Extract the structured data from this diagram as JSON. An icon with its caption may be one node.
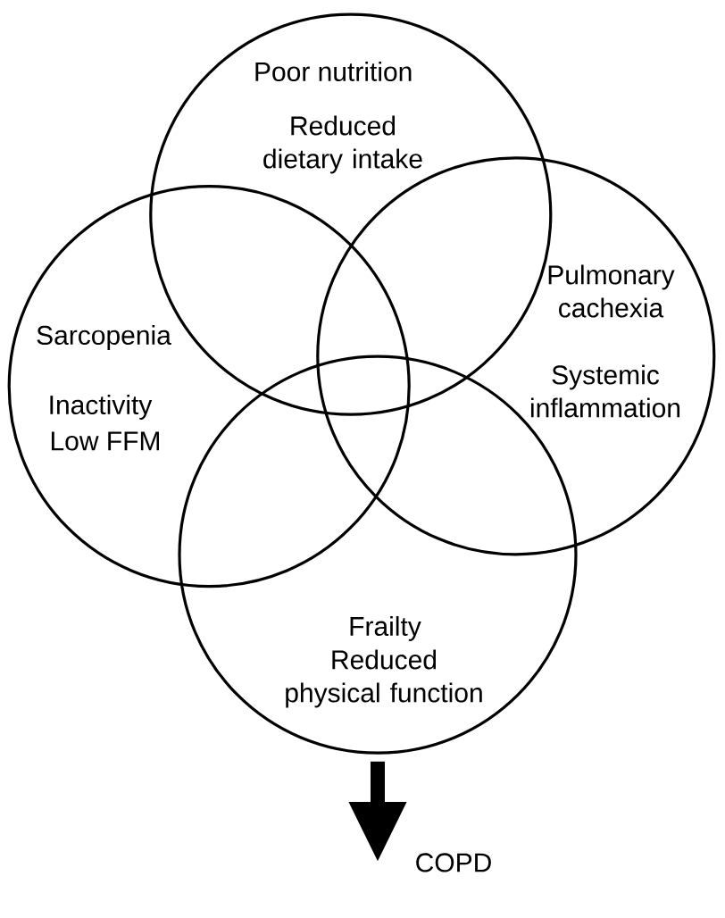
{
  "diagram": {
    "nodes": [
      {
        "text": [
          "Poor nutrition",
          "Reduced dietary intake"
        ]
      },
      {
        "text": [
          "Sarcopenia",
          "Inactivity",
          "Low FFM"
        ]
      },
      {
        "text": [
          "Pulmonary cachexia",
          "Systemic inflammation"
        ]
      },
      {
        "text": [
          "Frailty",
          "Reduced physical function"
        ]
      },
      {
        "text": [
          "COPD"
        ]
      }
    ],
    "edges": [
      {
        "from": 3,
        "to": 4,
        "arrow": "to"
      }
    ]
  }
}
